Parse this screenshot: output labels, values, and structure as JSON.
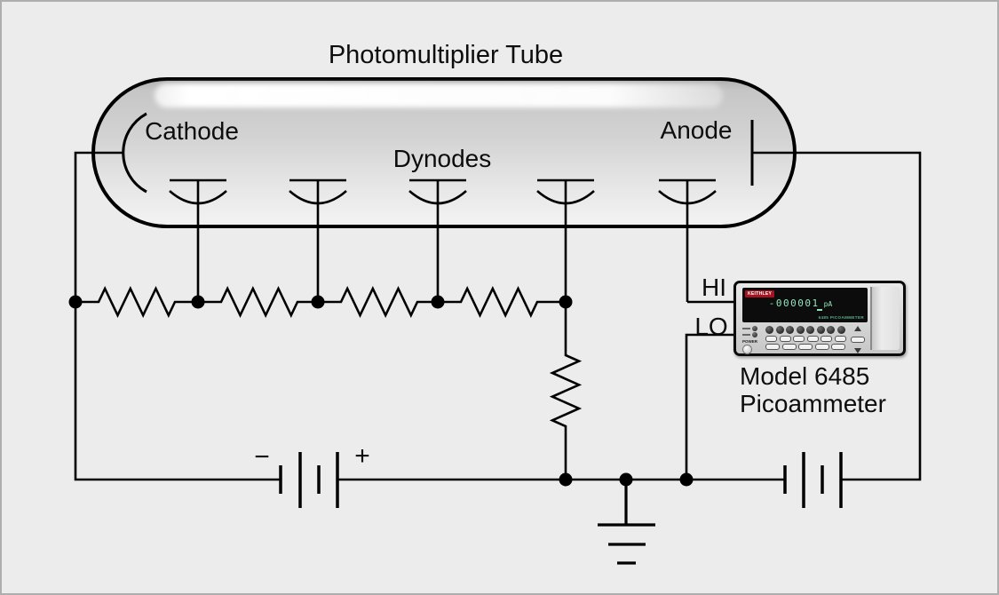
{
  "title": "Photomultiplier Tube",
  "tube": {
    "cathode_label": "Cathode",
    "dynodes_label": "Dynodes",
    "anode_label": "Anode",
    "dynode_count": 5
  },
  "supply_battery": {
    "minus_label": "−",
    "plus_label": "+"
  },
  "meter_connections": {
    "hi_label": "HI",
    "lo_label": "LO"
  },
  "meter": {
    "brand": "KEITHLEY",
    "display_value": "-000001",
    "display_unit": "pA",
    "display_sublabel": "6485 PICOAMMETER",
    "power_label": "POWER",
    "caption_line1": "Model 6485",
    "caption_line2": "Picoammeter"
  },
  "colors": {
    "background": "#ececec",
    "line": "#000000",
    "brand_red": "#a51220",
    "display_green": "#8ee6bd"
  }
}
